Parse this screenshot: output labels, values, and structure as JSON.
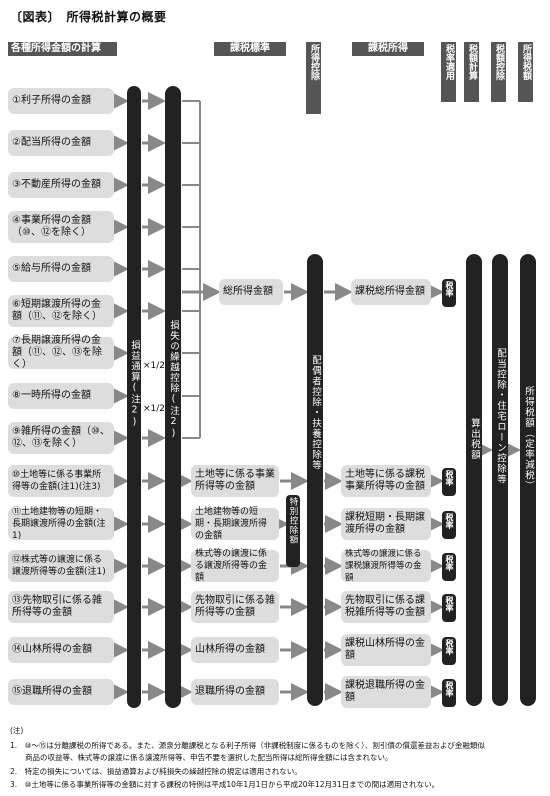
{
  "title": "〔図表〕　所得税計算の概要",
  "sections": {
    "income_calc": "各種所得金額の計算",
    "tax_standard": "課税標準",
    "income_deduction": "所得控除",
    "taxable_income": "課税所得",
    "tax_rate": "税率適用",
    "tax_calc": "税額計算",
    "tax_credit": "税額控除",
    "income_tax": "所得税額"
  },
  "incomes": [
    "①利子所得の金額",
    "②配当所得の金額",
    "③不動産所得の金額",
    "④事業所得の金額（⑩、⑫を除く）",
    "⑤給与所得の金額",
    "⑥短期譲渡所得の金額（⑪、⑫を除く）",
    "⑦長期譲渡所得の金額（⑪、⑫、⑬を除く）",
    "⑧一時所得の金額",
    "⑨雑所得の金額（⑩、⑫、⑬を除く）",
    "⑩土地等に係る事業所得等の金額(注1)(注3)",
    "⑪土地建物等の短期・長期譲渡所得の金額(注1)",
    "⑫株式等の譲渡に係る譲渡所得等の金額(注1)",
    "⑬先物取引に係る雑所得等の金額",
    "⑭山林所得の金額",
    "⑮退職所得の金額"
  ],
  "half_label": "×1/2",
  "bars": {
    "profit_loss_offset": "損益通算(注2)",
    "loss_carryforward": "損失の繰越控除(注2)",
    "spouse_deduction": "配偶者控除・扶養控除等",
    "special_deduction": "特別控除額",
    "calc_tax": "算出税額",
    "credit_detail": "配当控除・住宅ローン控除等",
    "final_tax": "所得税額（定率減税）"
  },
  "tax_standard_boxes": [
    "総所得金額",
    "土地等に係る事業所得等の金額",
    "土地建物等の短期・長期譲渡所得の金額",
    "株式等の譲渡に係る譲渡所得等の金額",
    "先物取引に係る雑所得等の金額",
    "山林所得の金額",
    "退職所得の金額"
  ],
  "taxable_boxes": [
    "課税総所得金額",
    "土地等に係る課税事業所得等の金額",
    "課税短期・長期譲渡所得の金額",
    "株式等の譲渡に係る課税譲渡所得等の金額",
    "先物取引に係る課税雑所得等の金額",
    "課税山林所得の金額",
    "課税退職所得の金額"
  ],
  "rate_label": "税率",
  "notes": {
    "head": "(注)",
    "n1": "1.　⑩〜⑮は分離課税の所得である。また、源泉分離課税となる利子所得（非課税制度に係るものを除く）、割引債の償還差益および金融類似",
    "n1b": "　　商品の収益等、株式等の譲渡に係る譲渡所得等、申告不要を選択した配当所得は総所得金額には含まれない。",
    "n2": "2.　特定の損失については、損益通算および純損失の繰越控除の規定は適用されない。",
    "n3": "3.　⑩土地等に係る事業所得等の金額に対する課税の特例は平成10年1月1日から平成20年12月31日までの間は適用されない。"
  }
}
